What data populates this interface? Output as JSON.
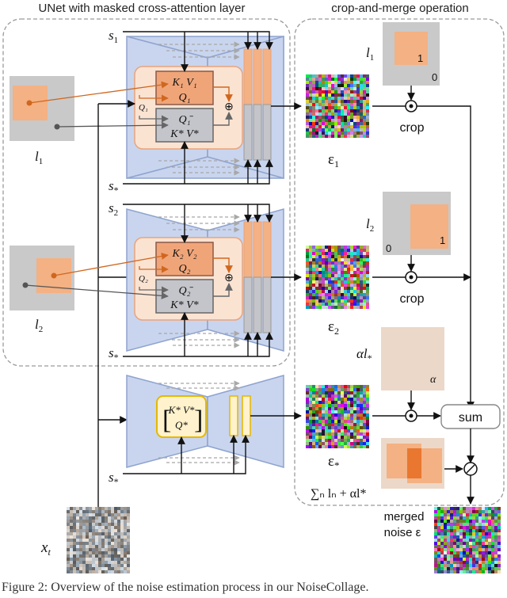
{
  "titles": {
    "left": "UNet with masked cross-attention layer",
    "right": "crop-and-merge operation"
  },
  "prompts": {
    "s1": "s",
    "s1_sub": "1",
    "s2": "s",
    "s2_sub": "2",
    "sstar": "s",
    "sstar_sub": "*"
  },
  "layouts": {
    "l1": "l",
    "l1_sub": "1",
    "l2": "l",
    "l2_sub": "2"
  },
  "attention": {
    "kv1": "K₁  V₁",
    "q1": "Q₁",
    "q1_in": "Q₁",
    "q1bar": "Q₁̄",
    "kvstar": "K*  V*",
    "kv2": "K₂  V₂",
    "q2": "Q₂",
    "q2_in": "Q₂",
    "q2bar": "Q₂̄",
    "plus": "⊕",
    "matrix_kv": "K*  V*",
    "matrix_q": "Q*"
  },
  "noise": {
    "eps1": "ε",
    "eps1_sub": "1",
    "eps2": "ε",
    "eps2_sub": "2",
    "epsstar": "ε",
    "epsstar_sub": "*"
  },
  "masks": {
    "m1_label": "l",
    "m1_sub": "1",
    "m1_one": "1",
    "m1_zero": "0",
    "m2_label": "l",
    "m2_sub": "2",
    "m2_one": "1",
    "m2_zero": "0",
    "alpha_label": "αl",
    "alpha_sub": "*",
    "alpha_val": "α"
  },
  "ops": {
    "crop1": "crop",
    "crop2": "crop",
    "sum": "sum",
    "odot": "⊙",
    "divide": "⊘"
  },
  "sum_formula": "∑ₙ lₙ + αl*",
  "merged": {
    "line1": "merged",
    "line2": "noise ε"
  },
  "xt": {
    "label": "x",
    "sub": "t"
  },
  "caption": "Figure 2: Overview of the noise estimation process in our NoiseCollage.",
  "colors": {
    "unet_fill": "#c9d5ee",
    "unet_stroke": "#8ea3cf",
    "attn_outer": "#fbe3d2",
    "attn_outer_stroke": "#e9a47c",
    "kq_fill": "#f0a579",
    "kq_stroke": "#8a5a48",
    "gray_box": "#c4c5ca",
    "orange": "#f4b183",
    "orange_dark": "#c55a11",
    "arrow_orange": "#d0671f",
    "arrow_gray": "#666666",
    "mask_gray": "#c9c9c9",
    "mask_orange": "#f4b183",
    "alpha_fill": "#ecd8c8",
    "yellow_fill": "#fff2cc",
    "yellow_stroke": "#e5b800"
  }
}
